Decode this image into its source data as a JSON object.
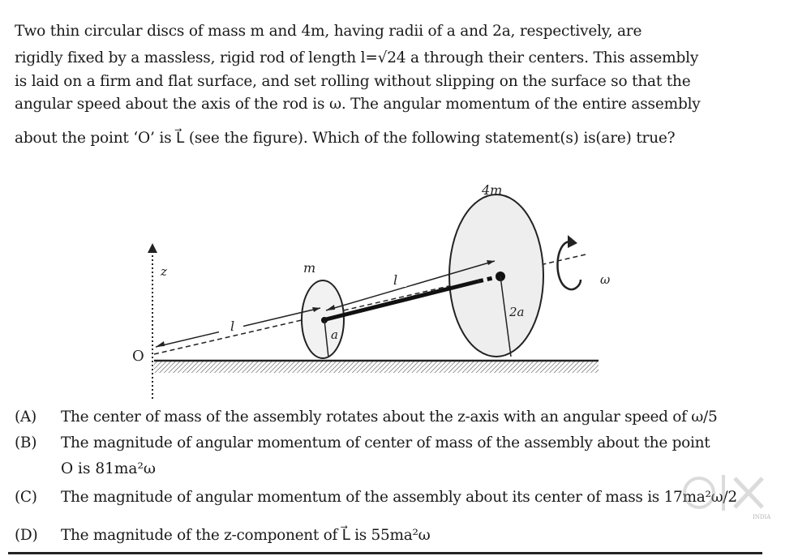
{
  "question": {
    "lines": [
      "Two thin circular discs of mass m and 4m, having radii of a and 2a, respectively, are",
      "rigidly fixed by a massless, rigid rod of length l=√24 a through their centers. This assembly",
      "is laid on a firm and flat surface, and set rolling without slipping on the surface so that the",
      "angular speed about the axis of the rod is ω. The angular momentum of the entire assembly",
      "about the point ‘O’ is L⃗ (see the figure). Which of the following statement(s) is(are) true?"
    ]
  },
  "figure": {
    "label_4m": "4m",
    "label_m": "m",
    "label_z": "z",
    "label_O": "O",
    "label_l1": "l",
    "label_l2": "l",
    "label_a": "a",
    "label_2a": "2a",
    "label_omega": "ω"
  },
  "options": [
    {
      "label": "(A)",
      "text": "The center of mass of the assembly rotates about the z-axis with an angular speed of ω/5"
    },
    {
      "label": "(B)",
      "text": "The magnitude of angular momentum of center of mass of the assembly about the point",
      "text2": "O is 81ma²ω"
    },
    {
      "label": "(C)",
      "text": "The magnitude of angular momentum of the assembly about its center of mass is 17ma²ω/2"
    },
    {
      "label": "(D)",
      "text": "The magnitude of the z-component of L⃗ is 55ma²ω"
    }
  ],
  "watermark": {
    "brand": "olx",
    "sub": "INDIA"
  }
}
